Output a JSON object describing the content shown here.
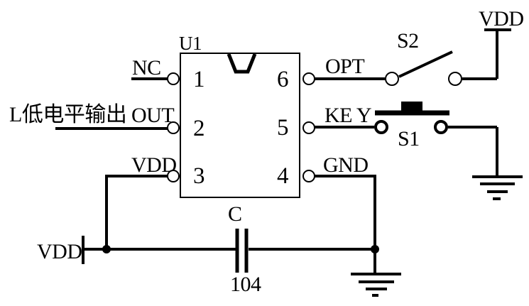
{
  "schematic": {
    "colors": {
      "ink": "#000000",
      "background": "#ffffff"
    },
    "ic": {
      "designator": "U1",
      "pins": [
        {
          "number": "1",
          "name": "NC"
        },
        {
          "number": "2",
          "name": "OUT"
        },
        {
          "number": "3",
          "name": "VDD"
        },
        {
          "number": "4",
          "name": "GND"
        },
        {
          "number": "5",
          "name": "KE Y"
        },
        {
          "number": "6",
          "name": "OPT"
        }
      ]
    },
    "annotation_out": "L低电平输出",
    "switch_s2": "S2",
    "button_s1": "S1",
    "capacitor": {
      "designator": "C",
      "value": "104"
    },
    "power": {
      "vdd_top": "VDD",
      "vdd_left": "VDD"
    }
  }
}
